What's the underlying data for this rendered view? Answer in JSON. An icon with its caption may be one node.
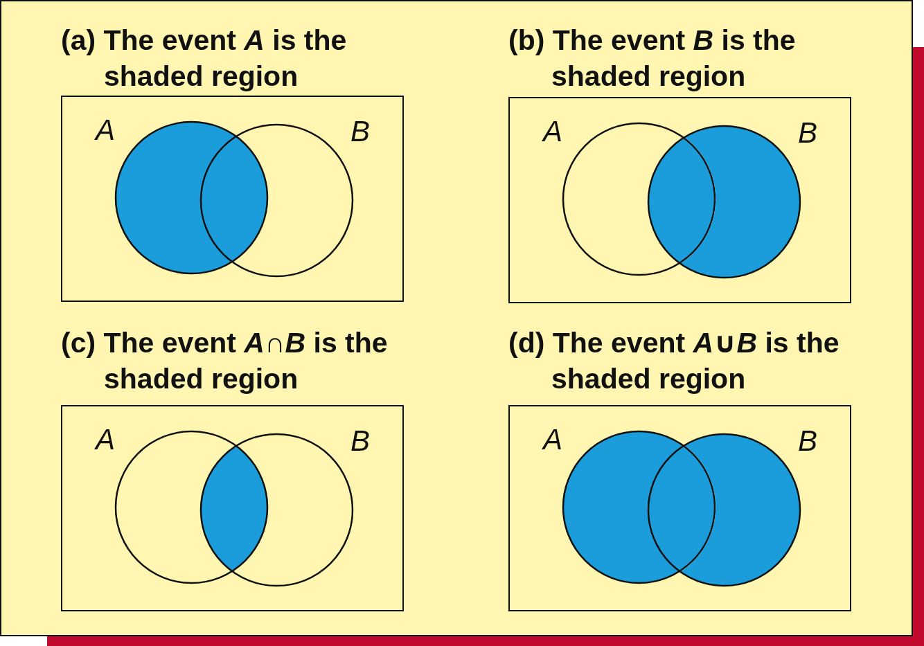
{
  "diagram": {
    "nodes": [
      {
        "text": [
          "(a) The event *A* is the shaded region"
        ]
      },
      {
        "text": [
          "A"
        ],
        "in": 0
      },
      {
        "text": [
          "B"
        ],
        "in": 0
      },
      {
        "text": [
          "(b) The event *B* is the shaded region"
        ]
      },
      {
        "text": [
          "A"
        ],
        "in": 3
      },
      {
        "text": [
          "B"
        ],
        "in": 3
      },
      {
        "text": [
          "(c) The event *A*∩*B* is the shaded region"
        ]
      },
      {
        "text": [
          "A"
        ],
        "in": 6
      },
      {
        "text": [
          "B"
        ],
        "in": 6
      },
      {
        "text": [
          "(d) The event *A*∪*B* is the shaded region"
        ]
      },
      {
        "text": [
          "A"
        ],
        "in": 9
      },
      {
        "text": [
          "B"
        ],
        "in": 9
      }
    ],
    "edges": []
  }
}
